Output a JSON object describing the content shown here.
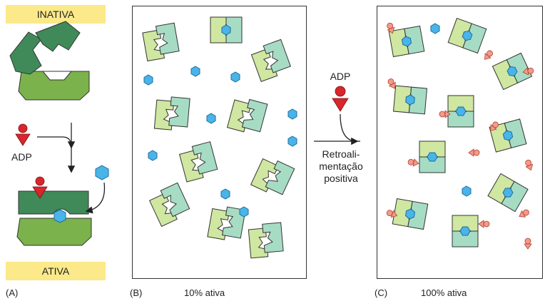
{
  "panel_a": {
    "label_top": "INATIVA",
    "label_bottom": "ATIVA",
    "adp_label": "ADP",
    "caption": "(A)"
  },
  "panel_b": {
    "letter": "(B)",
    "caption": "10% ativa"
  },
  "center": {
    "adp_label": "ADP",
    "feedback_lines": [
      "Retroali-",
      "mentação",
      "positiva"
    ]
  },
  "panel_c": {
    "letter": "(C)",
    "caption": "100% ativa"
  },
  "colors": {
    "dark_green": "#3f8a58",
    "light_green": "#7bb24b",
    "mint": "#a7dcc4",
    "lime": "#cfe7a0",
    "ligand_blue": "#4ab4e8",
    "adp_red": "#d8262c",
    "adp_pink": "#f39a8a",
    "label_yellow": "#fbe98a"
  }
}
